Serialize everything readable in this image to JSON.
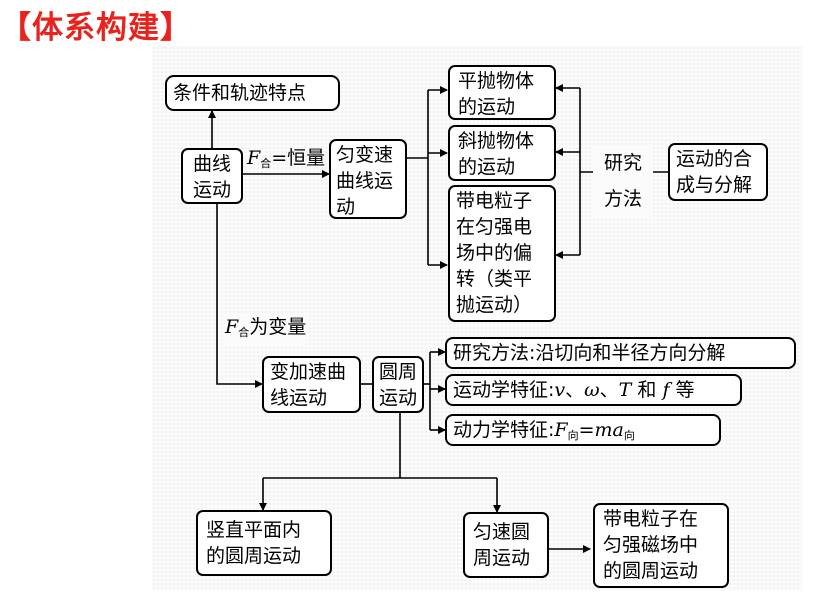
{
  "title": "【体系构建】",
  "nodes": {
    "curve_traits": "条件和轨迹特点",
    "curvilinear_motion": "曲线\n运动",
    "uniform_accel_curve": "匀变速\n曲线运动",
    "horizontal_projectile": "平抛物体\n的运动",
    "oblique_projectile": "斜抛物体\n的运动",
    "charged_deflection": "带电粒子\n在匀强电\n场中的偏\n转（类平\n抛运动）",
    "research_method": "研究\n方法",
    "composition_decomposition": "运动的合\n成与分解",
    "variable_accel_curve": "变加速曲\n线运动",
    "circular_motion": "圆周\n运动",
    "method_detail": "研究方法:沿切向和半径方向分解",
    "kinematic_prefix": "运动学特征:",
    "kinematic_v": "v",
    "kinematic_sep1": "、",
    "kinematic_omega": "ω",
    "kinematic_sep2": "、",
    "kinematic_T": "T",
    "kinematic_and": " 和 ",
    "kinematic_f": "f",
    "kinematic_suffix": " 等",
    "dynamic_prefix": "动力学特征:",
    "dynamic_F": "F",
    "dynamic_sub1": "向",
    "dynamic_eq": "=",
    "dynamic_ma": "ma",
    "dynamic_sub2": "向",
    "vertical_circular": "竖直平面内\n的圆周运动",
    "uniform_circular": "匀速圆\n周运动",
    "magnetic_circular": "带电粒子在\n匀强磁场中\n的圆周运动"
  },
  "edge_labels": {
    "const_F": "F",
    "const_sub": "合",
    "const_text": "=恒量",
    "var_F": "F",
    "var_sub": "合",
    "var_text": "为变量"
  }
}
